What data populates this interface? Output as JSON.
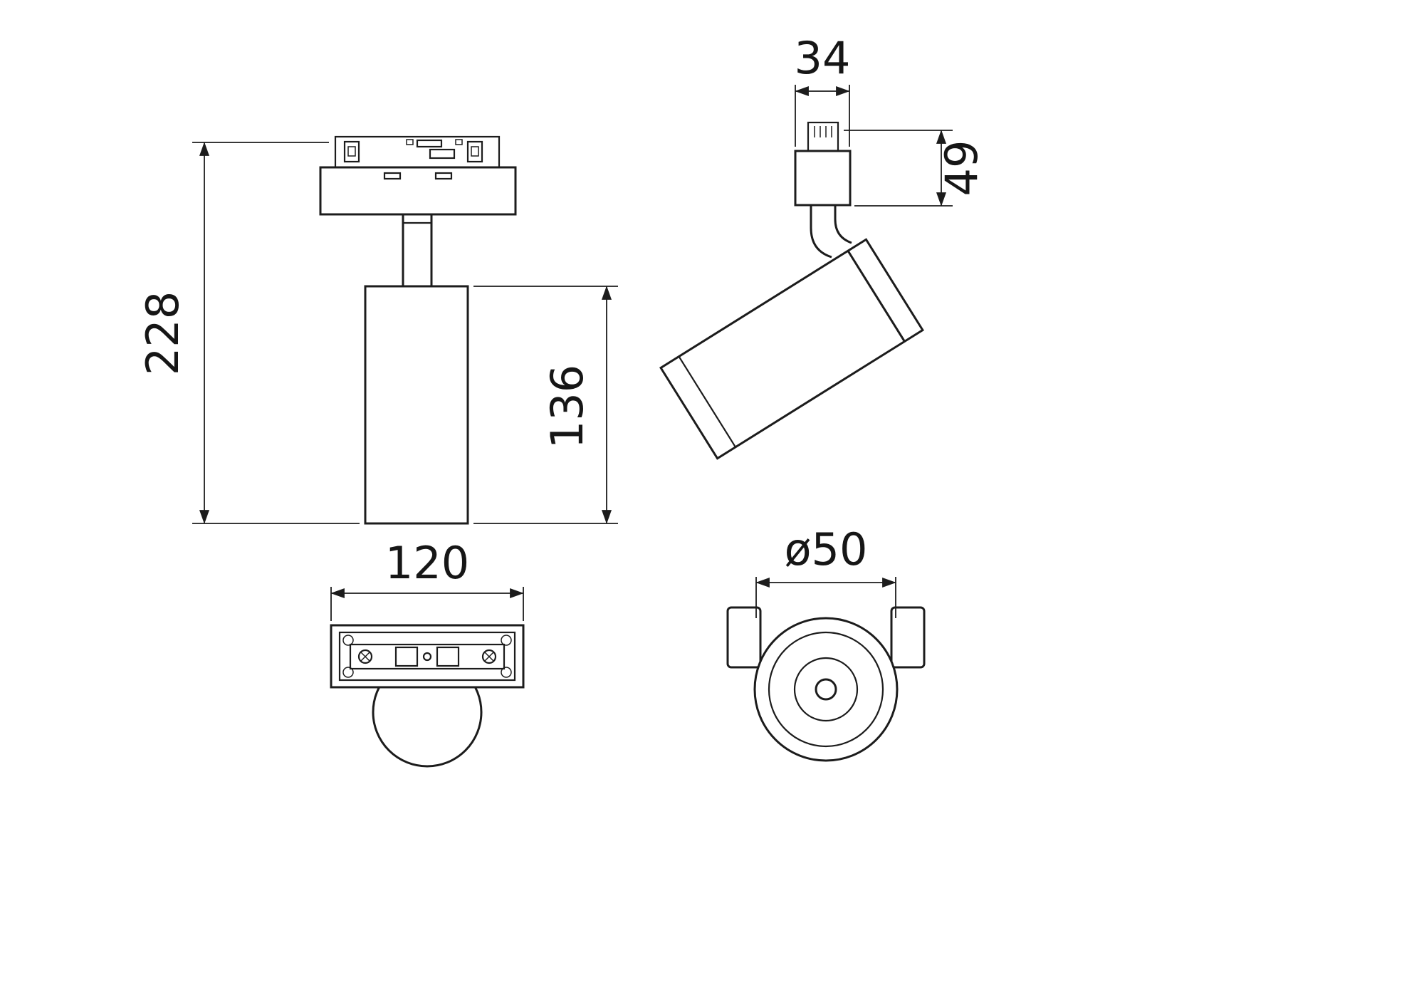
{
  "drawing": {
    "type": "technical-dimension-drawing",
    "subject": "track-mounted-spotlight",
    "background_color": "#ffffff",
    "line_color": "#1c1c1c",
    "views": {
      "front": {
        "overall_height": "228",
        "body_height": "136"
      },
      "bottom": {
        "base_width": "120"
      },
      "side": {
        "adapter_width": "34",
        "adapter_height": "49"
      },
      "head": {
        "diameter": "ø50"
      }
    }
  }
}
